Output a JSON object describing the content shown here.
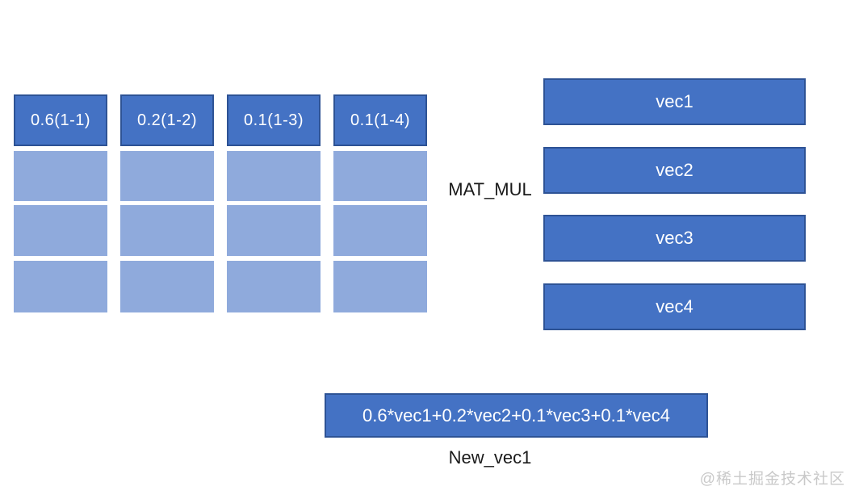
{
  "matrix": {
    "headers": [
      "0.6(1-1)",
      "0.2(1-2)",
      "0.1(1-3)",
      "0.1(1-4)"
    ],
    "rows": 4,
    "cols": 4
  },
  "operator": {
    "label": "MAT_MUL"
  },
  "vectors": [
    "vec1",
    "vec2",
    "vec3",
    "vec4"
  ],
  "result": {
    "expression": "0.6*vec1+0.2*vec2+0.1*vec3+0.1*vec4",
    "label": "New_vec1"
  },
  "watermark": {
    "text": "@稀土掘金技术社区"
  },
  "colors": {
    "primary_blue": "#4472C4",
    "light_blue": "#8FAADC",
    "border_blue": "#2E5395",
    "label_text": "#1A1A1A",
    "bar_text": "#FFFFFF",
    "watermark_gray": "#C9C9C9",
    "background": "#FFFFFF"
  }
}
